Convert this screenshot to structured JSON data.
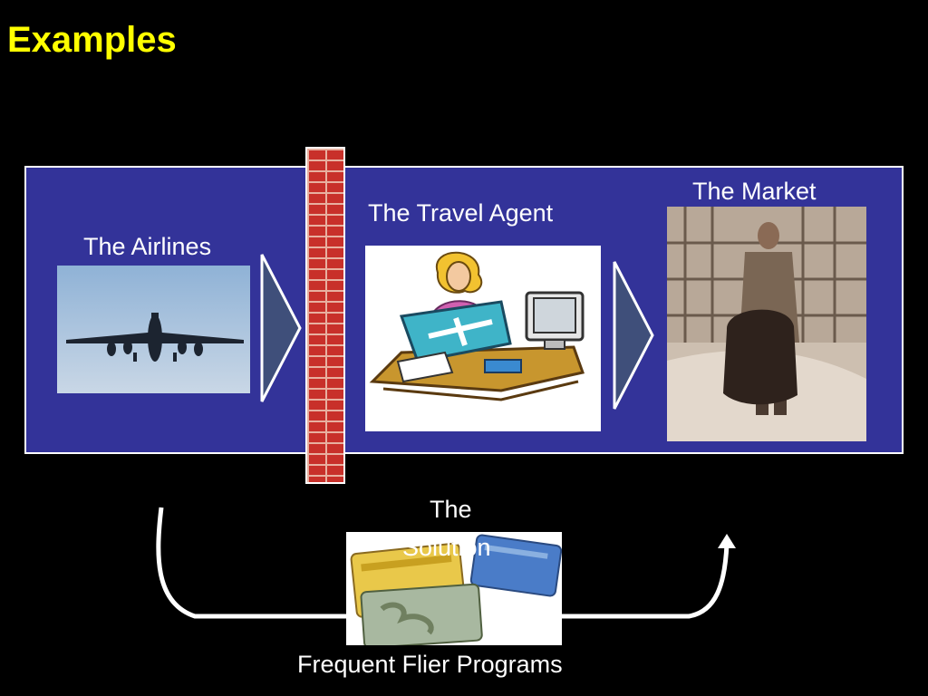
{
  "slide": {
    "title": "Examples",
    "airlines_label": "The Airlines",
    "agent_label": "The Travel Agent",
    "market_label": "The Market",
    "solution_line1": "The",
    "solution_line2": "Solution",
    "caption": "Frequent Flier Programs"
  },
  "colors": {
    "title": "#ffff00",
    "panel": "#333399",
    "wall": "#c8302a",
    "arrow": "#3f4f7a"
  },
  "icons": {
    "airplane": "airplane-photo",
    "agent": "travel-agent-clipart",
    "market": "businessman-photo",
    "cards": "frequent-flier-cards"
  }
}
